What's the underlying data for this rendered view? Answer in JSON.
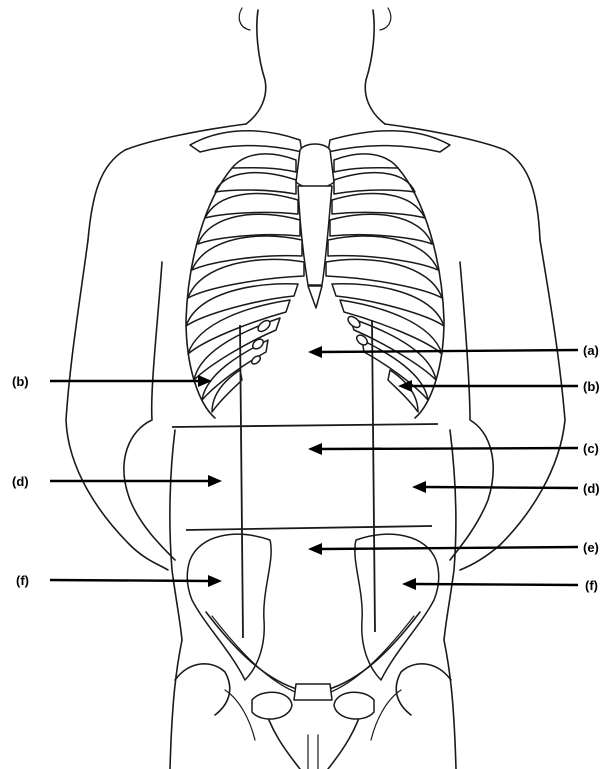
{
  "labels": {
    "a_right": "(a)",
    "b_left": "(b)",
    "b_right": "(b)",
    "c_right": "(c)",
    "d_left": "(d)",
    "d_right": "(d)",
    "e_right": "(e)",
    "f_left": "(f)",
    "f_right": "(f)"
  }
}
